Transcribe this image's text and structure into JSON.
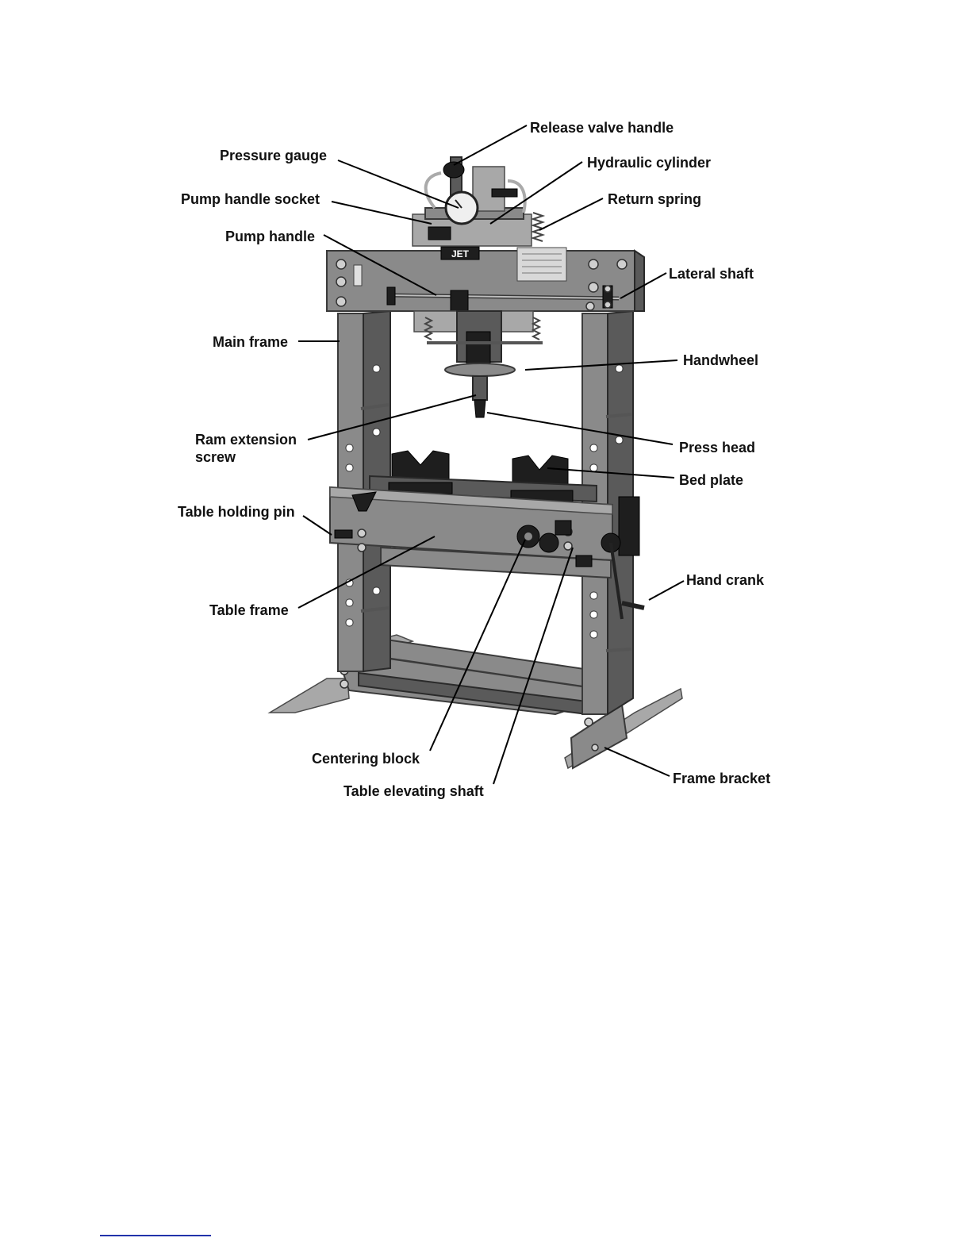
{
  "brand_plate": "JET",
  "labels": {
    "release_valve_handle": "Release valve handle",
    "pressure_gauge": "Pressure gauge",
    "hydraulic_cylinder": "Hydraulic cylinder",
    "pump_handle_socket": "Pump handle socket",
    "return_spring": "Return spring",
    "pump_handle": "Pump handle",
    "lateral_shaft": "Lateral shaft",
    "main_frame": "Main frame",
    "handwheel": "Handwheel",
    "ram_extension_screw_line1": "Ram extension",
    "ram_extension_screw_line2": "screw",
    "press_head": "Press head",
    "bed_plate": "Bed plate",
    "table_holding_pin": "Table holding pin",
    "hand_crank": "Hand crank",
    "table_frame": "Table frame",
    "centering_block": "Centering block",
    "table_elevating_shaft": "Table elevating shaft",
    "frame_bracket": "Frame bracket"
  }
}
